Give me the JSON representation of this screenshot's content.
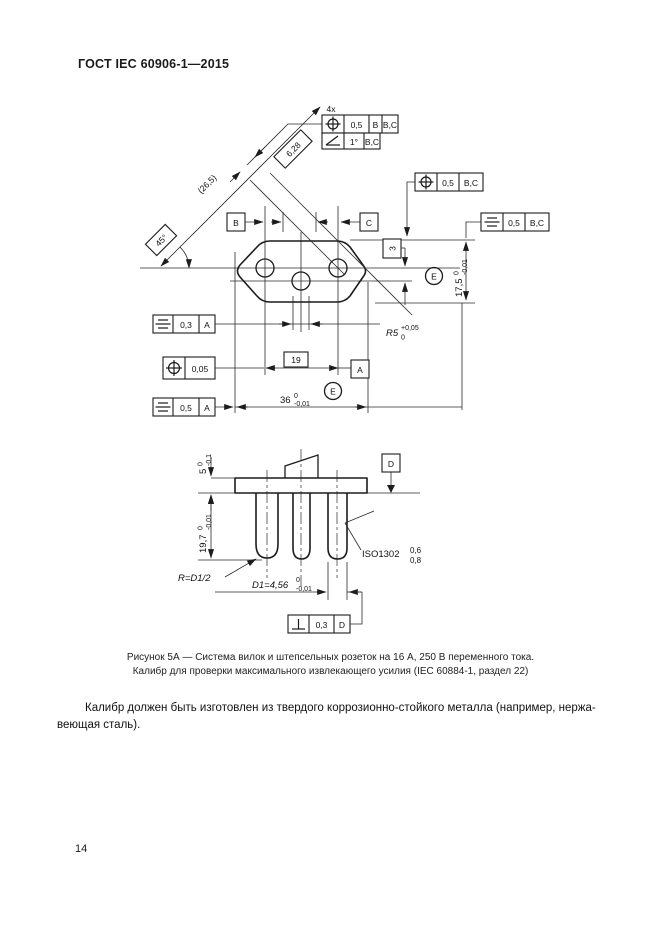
{
  "page": {
    "header": "ГОСТ IEC 60906-1—2015",
    "number": "14"
  },
  "caption": {
    "line1": "Рисунок 5А — Система вилок и штепсельных розеток на 16 А, 250 В переменного тока.",
    "line2": "Калибр для проверки максимального извлекающего усилия (IEC 60884-1, раздел 22)"
  },
  "body": {
    "line1": "Калибр должен быть изготовлен из твердого коррозионно-стойкого металла (например, нержа-",
    "line2": "веющая сталь)."
  },
  "drawing": {
    "top": {
      "qty": "4x",
      "frame_pos4x": [
        "0,5",
        "B",
        "B,C"
      ],
      "frame_ang": [
        "1°",
        "B,C"
      ],
      "frame_pos_r": [
        "0,5",
        "B,C"
      ],
      "frame_sym_r": [
        "0,5",
        "B,C"
      ],
      "frame_sym_03": [
        "0,3",
        "A"
      ],
      "frame_pos_005": [
        "0,05"
      ],
      "frame_sym_05": [
        "0,5",
        "A"
      ],
      "datum_b": "B",
      "datum_c": "C",
      "datum_a": "A",
      "datum_e": "E",
      "dim_26": "(26,5)",
      "dim_628": "6,28",
      "angle45": "45°",
      "dim_3": "3",
      "dim_19": "19",
      "dim_175": {
        "v": "17,5",
        "sup": "0",
        "sub": "-0,01"
      },
      "dim_36": {
        "v": "36",
        "sup": "0",
        "sub": "-0,01"
      },
      "r5": {
        "v": "R5",
        "sup": "+0,05",
        "sub": "0"
      }
    },
    "side": {
      "dim_5": {
        "v": "5",
        "sup": "0",
        "sub": "-0,1"
      },
      "dim_197": {
        "v": "19,7",
        "sup": "0",
        "sub": "-0,01"
      },
      "datum_d": "D",
      "iso": {
        "name": "ISO1302",
        "top": "0,6",
        "bot": "0,8"
      },
      "r_note": "R=D1/2",
      "dim_d1": {
        "v": "D1=4,56",
        "sup": "0",
        "sub": "-0,01"
      },
      "frame_perp": [
        "0,3",
        "D"
      ]
    }
  }
}
